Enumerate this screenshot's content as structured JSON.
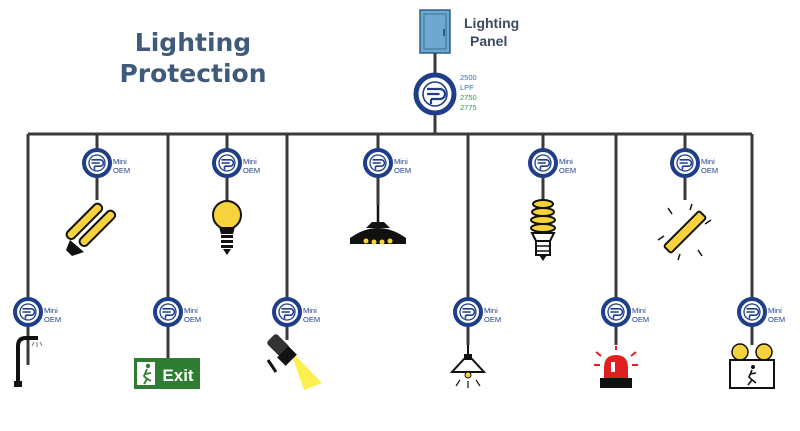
{
  "title": {
    "line1": "Lighting",
    "line2": "Protection"
  },
  "panel": {
    "line1": "Lighting",
    "line2": "Panel"
  },
  "main_device": {
    "models": [
      "2500",
      "LPF",
      "2750",
      "2775"
    ]
  },
  "colors": {
    "bus": "#3a3a3a",
    "badge_ring": "#1f3e8a",
    "title": "#3f5a7a",
    "model_blue": "#2a6db5",
    "model_green": "#2e9a44",
    "exit_green": "#2e7d32",
    "bulb_yellow": "#f6d33c"
  },
  "devices": [
    {
      "badge": {
        "line1": "Mini",
        "line2": "OEM"
      },
      "icon": "cfl-tube-icon"
    },
    {
      "badge": {
        "line1": "Mini",
        "line2": "OEM"
      },
      "icon": "led-bulb-icon"
    },
    {
      "badge": {
        "line1": "Mini",
        "line2": "OEM"
      },
      "icon": "high-bay-light-icon"
    },
    {
      "badge": {
        "line1": "Mini",
        "line2": "OEM"
      },
      "icon": "spiral-cfl-icon"
    },
    {
      "badge": {
        "line1": "Mini",
        "line2": "OEM"
      },
      "icon": "fluorescent-tube-icon"
    },
    {
      "badge": {
        "line1": "Mini",
        "line2": "OEM"
      },
      "icon": "street-lamp-icon"
    },
    {
      "badge": {
        "line1": "Mini",
        "line2": "OEM"
      },
      "icon": "exit-sign-icon",
      "text": "Exit"
    },
    {
      "badge": {
        "line1": "Mini",
        "line2": "OEM"
      },
      "icon": "spotlight-icon"
    },
    {
      "badge": {
        "line1": "Mini",
        "line2": "OEM"
      },
      "icon": "pendant-lamp-icon"
    },
    {
      "badge": {
        "line1": "Mini",
        "line2": "OEM"
      },
      "icon": "warning-beacon-icon"
    },
    {
      "badge": {
        "line1": "Mini",
        "line2": "OEM"
      },
      "icon": "emergency-light-icon"
    }
  ]
}
